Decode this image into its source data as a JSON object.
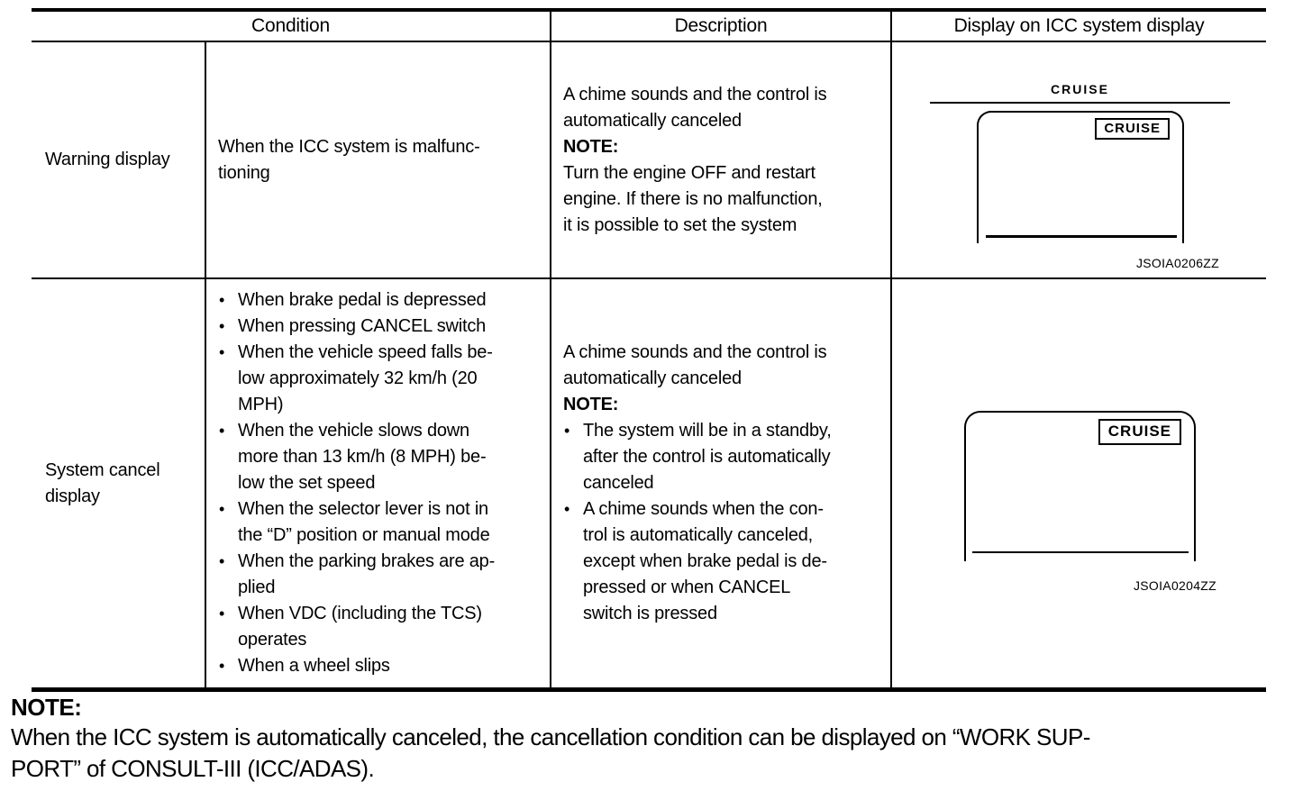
{
  "glyphs": {
    "bullet": "•"
  },
  "colors": {
    "ink": "#000000",
    "paper": "#ffffff"
  },
  "table": {
    "headers": {
      "condition": "Condition",
      "description": "Description",
      "display": "Display on ICC system display"
    },
    "rows": [
      {
        "label": "Warning display",
        "condition": "When the ICC system is malfunc-\ntioning",
        "description": {
          "intro": "A chime sounds and the control is\nautomatically canceled",
          "note_label": "NOTE:",
          "note_text": "Turn the engine OFF and restart\nengine. If there is no malfunction,\nit is possible to set the system"
        },
        "figure": {
          "top_label": "CRUISE",
          "badge": "CRUISE",
          "id": "JSOIA0206ZZ"
        }
      },
      {
        "label": "System cancel\ndisplay",
        "conditions": [
          "When brake pedal is depressed",
          "When pressing CANCEL switch",
          "When the vehicle speed falls be-\nlow approximately 32 km/h (20\nMPH)",
          "When the vehicle slows down\nmore than 13 km/h (8 MPH) be-\nlow the set speed",
          "When the selector lever is not in\nthe “D” position or manual mode",
          "When the parking brakes are ap-\nplied",
          "When VDC (including the TCS)\noperates",
          "When a wheel slips"
        ],
        "description": {
          "intro": "A chime sounds and the control is\nautomatically canceled",
          "note_label": "NOTE:",
          "note_bullets": [
            "The system will be in a standby,\nafter the control is automatically\ncanceled",
            "A chime sounds when the con-\ntrol is automatically canceled,\nexcept when brake pedal is de-\npressed or when CANCEL\nswitch is pressed"
          ]
        },
        "figure": {
          "badge": "CRUISE",
          "id": "JSOIA0204ZZ"
        }
      }
    ]
  },
  "footnote": {
    "label": "NOTE:",
    "text": "When the ICC system is automatically canceled, the cancellation condition can be displayed on “WORK SUP-\nPORT” of CONSULT-III (ICC/ADAS)."
  }
}
